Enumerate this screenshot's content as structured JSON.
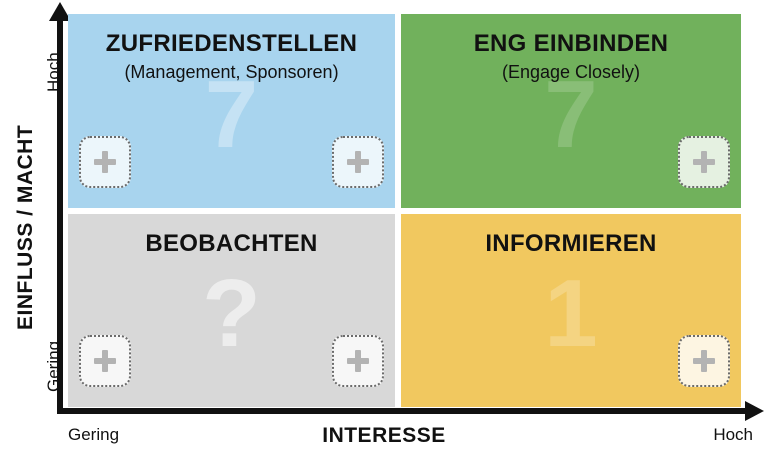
{
  "axes": {
    "y": {
      "title": "EINFLUSS / MACHT",
      "high_label": "Hoch",
      "low_label": "Gering"
    },
    "x": {
      "title": "INTERESSE",
      "high_label": "Hoch",
      "low_label": "Gering"
    }
  },
  "icons": {
    "plus": "plus-icon",
    "arrow_up": "arrow-up-icon",
    "arrow_right": "arrow-right-icon"
  },
  "colors": {
    "quadrant_satisfy": "#a8d4ee",
    "quadrant_engage": "#71b15c",
    "quadrant_monitor": "#d8d8d8",
    "quadrant_inform": "#f1c85f",
    "axis": "#111111",
    "dropzone_border": "#6b6b6b",
    "dropzone_plus": "#b3b3b3"
  },
  "quadrants": [
    {
      "id": "satisfy",
      "heading": "ZUFRIEDENSTELLEN",
      "subtitle": "(Management, Sponsoren)",
      "watermark": "7",
      "fill": "#a8d4ee",
      "watermark_color": "rgba(255,255,255,0.34)",
      "dropzone_fill": "rgba(255,255,255,0.78)",
      "dropzones": 2
    },
    {
      "id": "engage",
      "heading": "ENG EINBINDEN",
      "subtitle": "(Engage Closely)",
      "watermark": "7",
      "fill": "#71b15c",
      "watermark_color": "rgba(255,255,255,0.17)",
      "dropzone_fill": "rgba(255,255,255,0.82)",
      "dropzones": 1
    },
    {
      "id": "monitor",
      "heading": "BEOBACHTEN",
      "subtitle": "",
      "watermark": "?",
      "fill": "#d8d8d8",
      "watermark_color": "rgba(255,255,255,0.55)",
      "dropzone_fill": "rgba(255,255,255,0.80)",
      "dropzones": 2
    },
    {
      "id": "inform",
      "heading": "INFORMIEREN",
      "subtitle": "",
      "watermark": "1",
      "fill": "#f1c85f",
      "watermark_color": "rgba(255,255,255,0.22)",
      "dropzone_fill": "rgba(255,255,255,0.82)",
      "dropzones": 1
    }
  ]
}
